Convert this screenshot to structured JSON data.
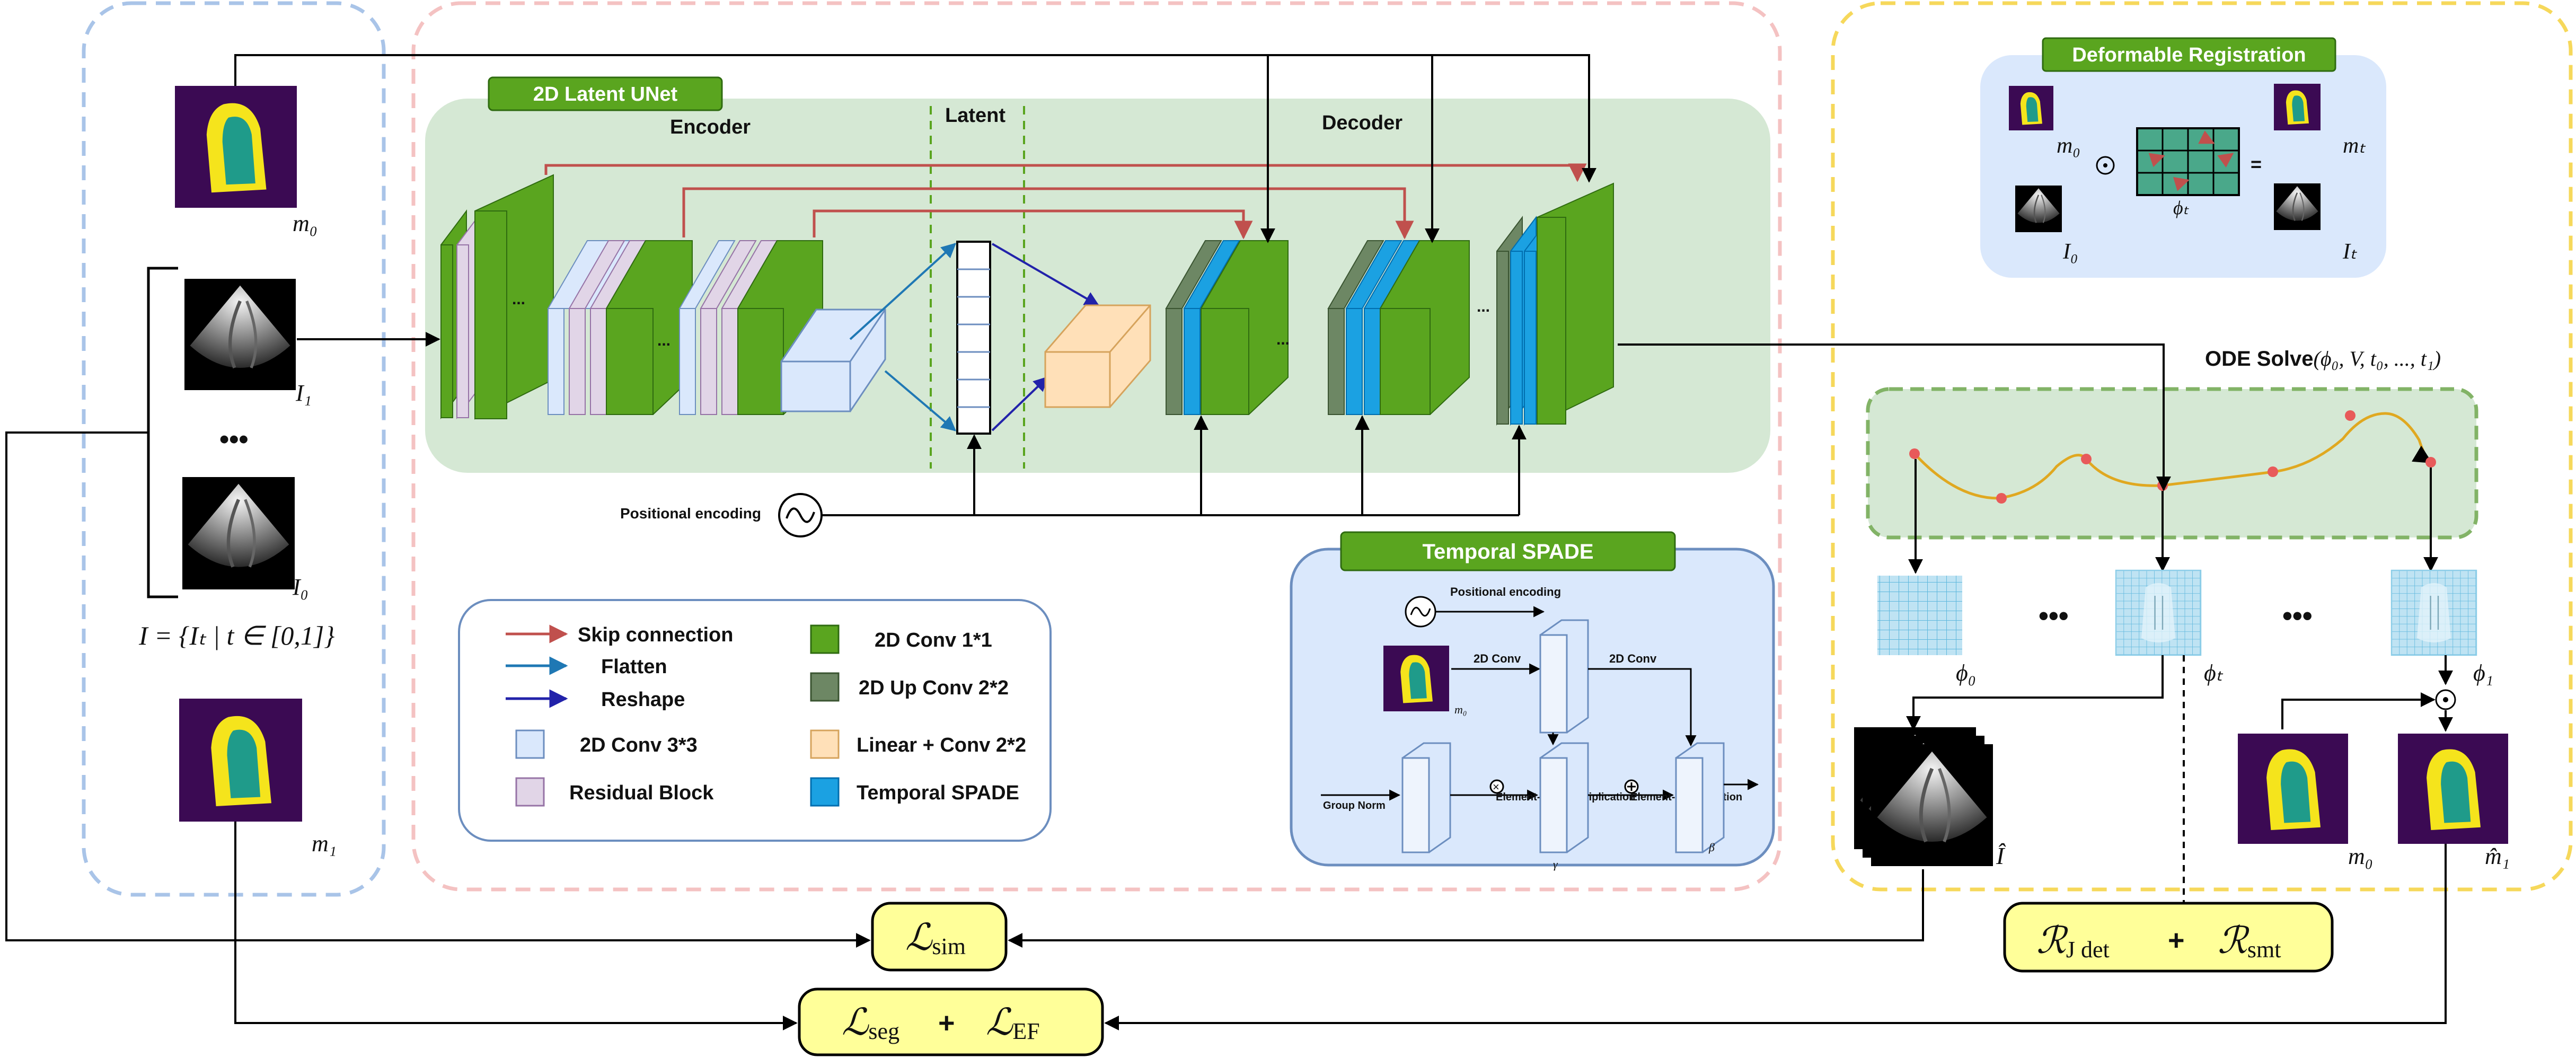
{
  "input_panel": {
    "m0_label": "m₀",
    "I1_label": "I₁",
    "dots": "•••",
    "I0_label": "I₀",
    "I_set": "I = {Iₜ | t ∈ [0,1]}",
    "m1_label": "m₁"
  },
  "unet": {
    "title": "2D Latent UNet",
    "encoder": "Encoder",
    "latent": "Latent",
    "decoder": "Decoder",
    "ellipsis": "...",
    "pos_encoding": "Positional encoding"
  },
  "legend": {
    "arrows": [
      {
        "label": "Skip connection",
        "color": "#c0504d"
      },
      {
        "label": "Flatten",
        "color": "#1f78b4"
      },
      {
        "label": "Reshape",
        "color": "#2222aa"
      }
    ],
    "blocks_left": [
      {
        "label": "2D Conv 3*3",
        "color": "#dae8fc"
      },
      {
        "label": "Residual Block",
        "color": "#e1d5e7"
      }
    ],
    "blocks_right": [
      {
        "label": "2D Conv 1*1",
        "color": "#5aa51f"
      },
      {
        "label": "2D Up Conv 2*2",
        "color": "#6d8764"
      },
      {
        "label": "Linear + Conv 2*2",
        "color": "#ffe0b8"
      },
      {
        "label": "Temporal SPADE",
        "color": "#1ba1e2"
      }
    ]
  },
  "spade": {
    "title": "Temporal SPADE",
    "pos_encoding": "Positional encoding",
    "m0": "m₀",
    "conv1": "2D Conv",
    "conv2": "2D Conv",
    "group_norm": "Group Norm",
    "mult": "Element-wise multiplication",
    "add": "Element-wise addition",
    "gamma": "γ",
    "beta": "β"
  },
  "registration": {
    "title": "Deformable Registration",
    "m0": "m₀",
    "odot": "⊙",
    "phi_t": "ϕₜ",
    "eq": "=",
    "mt": "mₜ",
    "I0": "I₀",
    "It": "Iₜ"
  },
  "ode": {
    "label_prefix": "ODE Solve",
    "label_args": "(ϕ₀, V, t₀, ..., t₁)",
    "phi0": "ϕ₀",
    "phit": "ϕₜ",
    "phi1": "ϕ₁",
    "dots": "•••",
    "Ihat": "Î",
    "m0": "m₀",
    "m1hat": "m̂₁",
    "odot": "⊙"
  },
  "losses": {
    "sim": "ℒ",
    "sim_sub": "sim",
    "seg": "ℒ",
    "seg_sub": "seg",
    "plus": "+",
    "ef": "ℒ",
    "ef_sub": "EF",
    "rj": "ℛ",
    "rj_sub": "J det",
    "rs": "ℛ",
    "rs_sub": "smt"
  },
  "colors": {
    "conv1x1": "#5aa51f",
    "upconv": "#6d8764",
    "conv3x3": "#dae8fc",
    "residual": "#e1d5e7",
    "spade": "#1ba1e2",
    "linear": "#ffe0b8",
    "skip": "#c0504d",
    "flatten": "#1f78b4",
    "reshape": "#2222aa",
    "loss_fill": "#ffff99",
    "mask_bg": "#3b0a53",
    "mask_outer": "#f5e41c",
    "mask_inner": "#1f9b8a"
  }
}
